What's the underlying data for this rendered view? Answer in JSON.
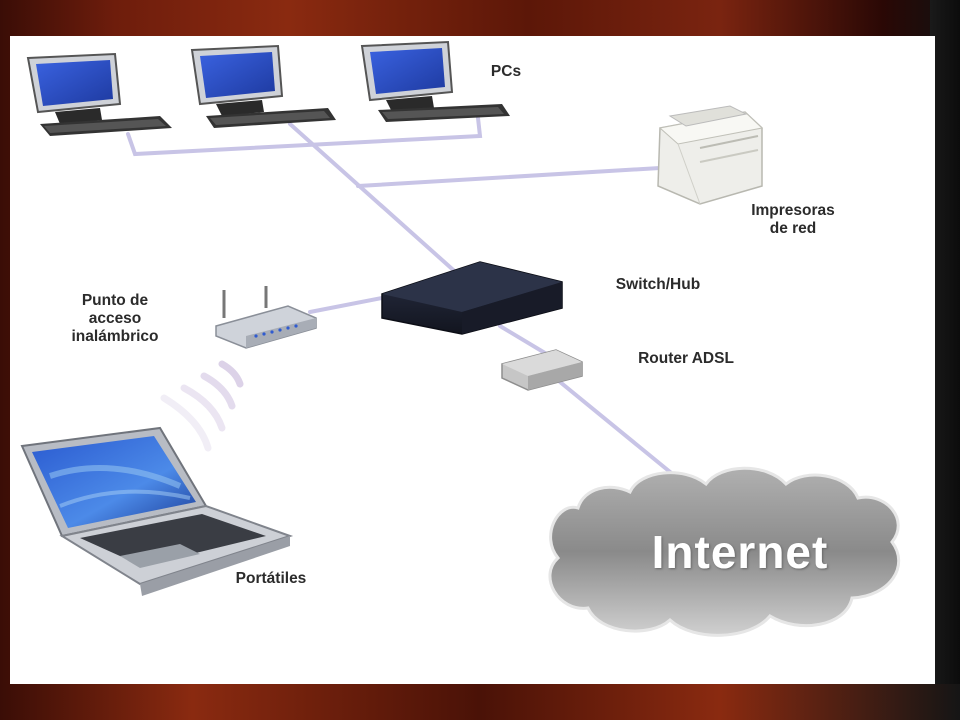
{
  "colors": {
    "link_line": "#c8c4e6",
    "monitor_screen": "#2d4fc8",
    "device_dark": "#1c2030",
    "cloud": "#8d8d8d"
  },
  "labels": {
    "pcs": "PCs",
    "printer": "Impresoras\nde red",
    "switch": "Switch/Hub",
    "access_point": "Punto de\nacceso\ninalámbrico",
    "router": "Router ADSL",
    "laptops": "Portátiles",
    "internet": "Internet"
  }
}
